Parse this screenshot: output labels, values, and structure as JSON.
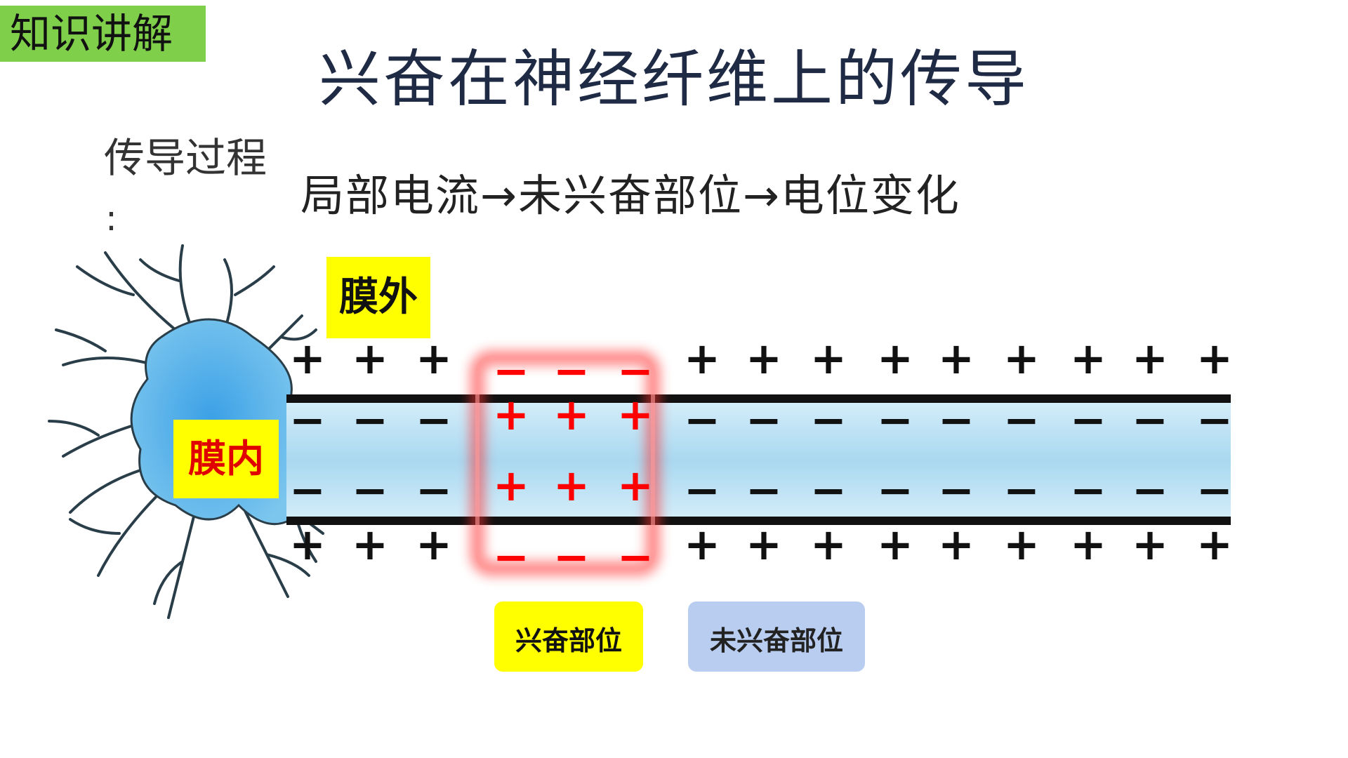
{
  "tag": "知识讲解",
  "title": "兴奋在神经纤维上的传导",
  "process": {
    "label": "传导过程",
    "colon": ":",
    "text": "局部电流→未兴奋部位→电位变化"
  },
  "labels": {
    "outside": "膜外",
    "inside": "膜内",
    "excited": "兴奋部位",
    "unexcited": "未兴奋部位"
  },
  "charges": {
    "resting": {
      "outer": "+",
      "inner": "−"
    },
    "excited": {
      "outer": "−",
      "inner": "+"
    }
  },
  "colors": {
    "tag_bg": "#7fcf4b",
    "highlight": "#ffff00",
    "axon_fill": "#a9d8f0",
    "neuron_fill": "#5ab4e6",
    "excited_color": "#ff0000",
    "unexcited_bg": "#b8cdf0"
  }
}
